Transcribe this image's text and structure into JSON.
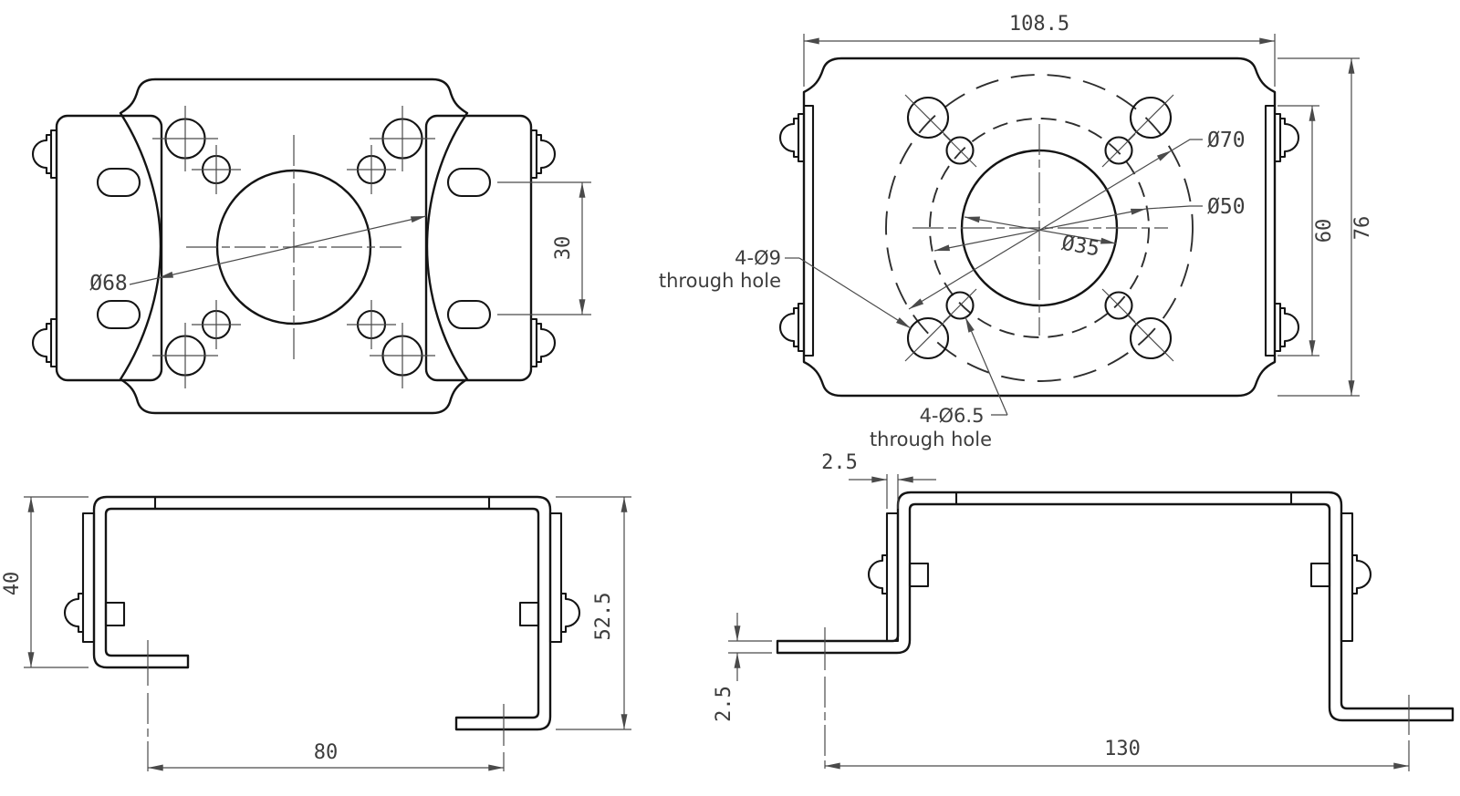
{
  "drawing": {
    "colors": {
      "object_line": "#141414",
      "dim_line": "#4a4a4a",
      "text": "#3d3d3d",
      "background": "#ffffff"
    },
    "views": {
      "top_left": {
        "dia_outer": "Ø68",
        "slot_spacing": "30"
      },
      "top_right": {
        "width": "108.5",
        "plate_height": "60",
        "total_height": "76",
        "bolt_circle": "Ø70",
        "pilot_circle": "Ø50",
        "bore": "Ø35",
        "large_hole_note_l1": "4-Ø9",
        "large_hole_note_l2": "through hole",
        "small_hole_note_l1": "4-Ø6.5",
        "small_hole_note_l2": "through hole"
      },
      "bottom_left": {
        "leg_height": "40",
        "total_height": "52.5",
        "foot_span": "80"
      },
      "bottom_right": {
        "plate_thickness": "2.5",
        "foot_thickness": "2.5",
        "foot_span": "130"
      }
    }
  }
}
